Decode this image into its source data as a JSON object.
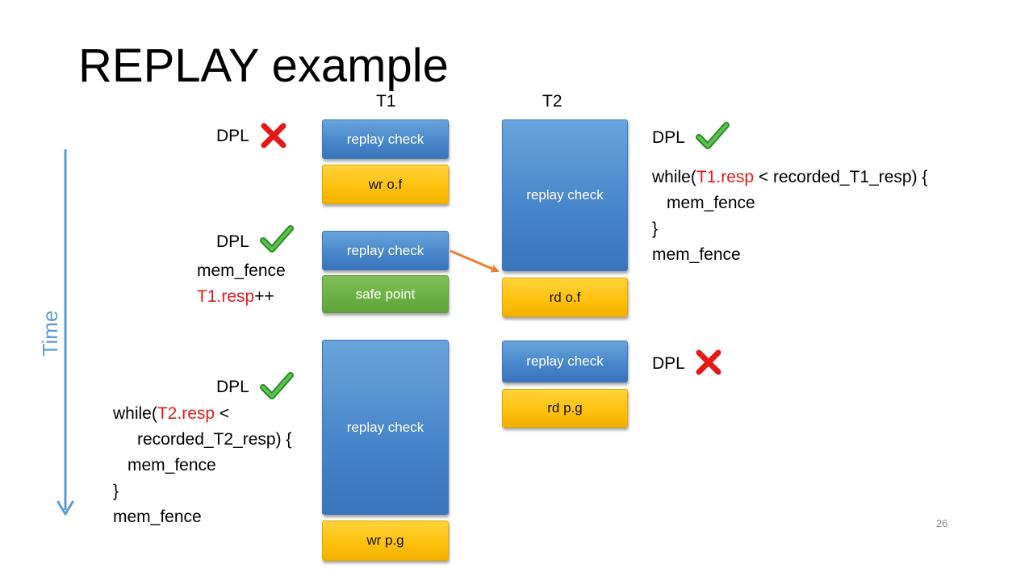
{
  "title": "REPLAY example",
  "threads": {
    "t1": "T1",
    "t2": "T2"
  },
  "time_label": "Time",
  "page_number": "26",
  "t1_boxes": {
    "replay_check_1": "replay check",
    "wr_of": "wr o.f",
    "replay_check_2": "replay check",
    "safe_point": "safe point",
    "replay_check_3": "replay check",
    "wr_pg": "wr p.g"
  },
  "t2_boxes": {
    "replay_check_1": "replay check",
    "rd_of": "rd o.f",
    "replay_check_2": "replay check",
    "rd_pg": "rd p.g"
  },
  "left_notes": {
    "dpl_1": "DPL",
    "dpl_2": "DPL",
    "mem_fence_2": "mem_fence",
    "t1_resp": "T1.resp",
    "plus_plus": "++",
    "dpl_3": "DPL",
    "while_prefix": "while(",
    "t2_resp": "T2.resp",
    "while_cmp": " <",
    "recorded": "recorded_T2_resp) {",
    "mem_fence_3a": "mem_fence",
    "close_brace": "}",
    "mem_fence_3b": "mem_fence"
  },
  "right_notes": {
    "dpl_1": "DPL",
    "while_prefix": "while(",
    "t1_resp": "T1.resp",
    "while_rest": " < recorded_T1_resp) {",
    "mem_fence_a": "mem_fence",
    "close_brace": "}",
    "mem_fence_b": "mem_fence",
    "dpl_2": "DPL"
  },
  "colors": {
    "replay_check": "#4a86cb",
    "memory_op": "#ffc20e",
    "safe_point": "#6bb144",
    "arrow": "#ed7d31",
    "time_axis": "#5b9bd5",
    "highlight_text": "#e61919",
    "check_icon": "#3d9b35",
    "cross_icon": "#e61919"
  }
}
